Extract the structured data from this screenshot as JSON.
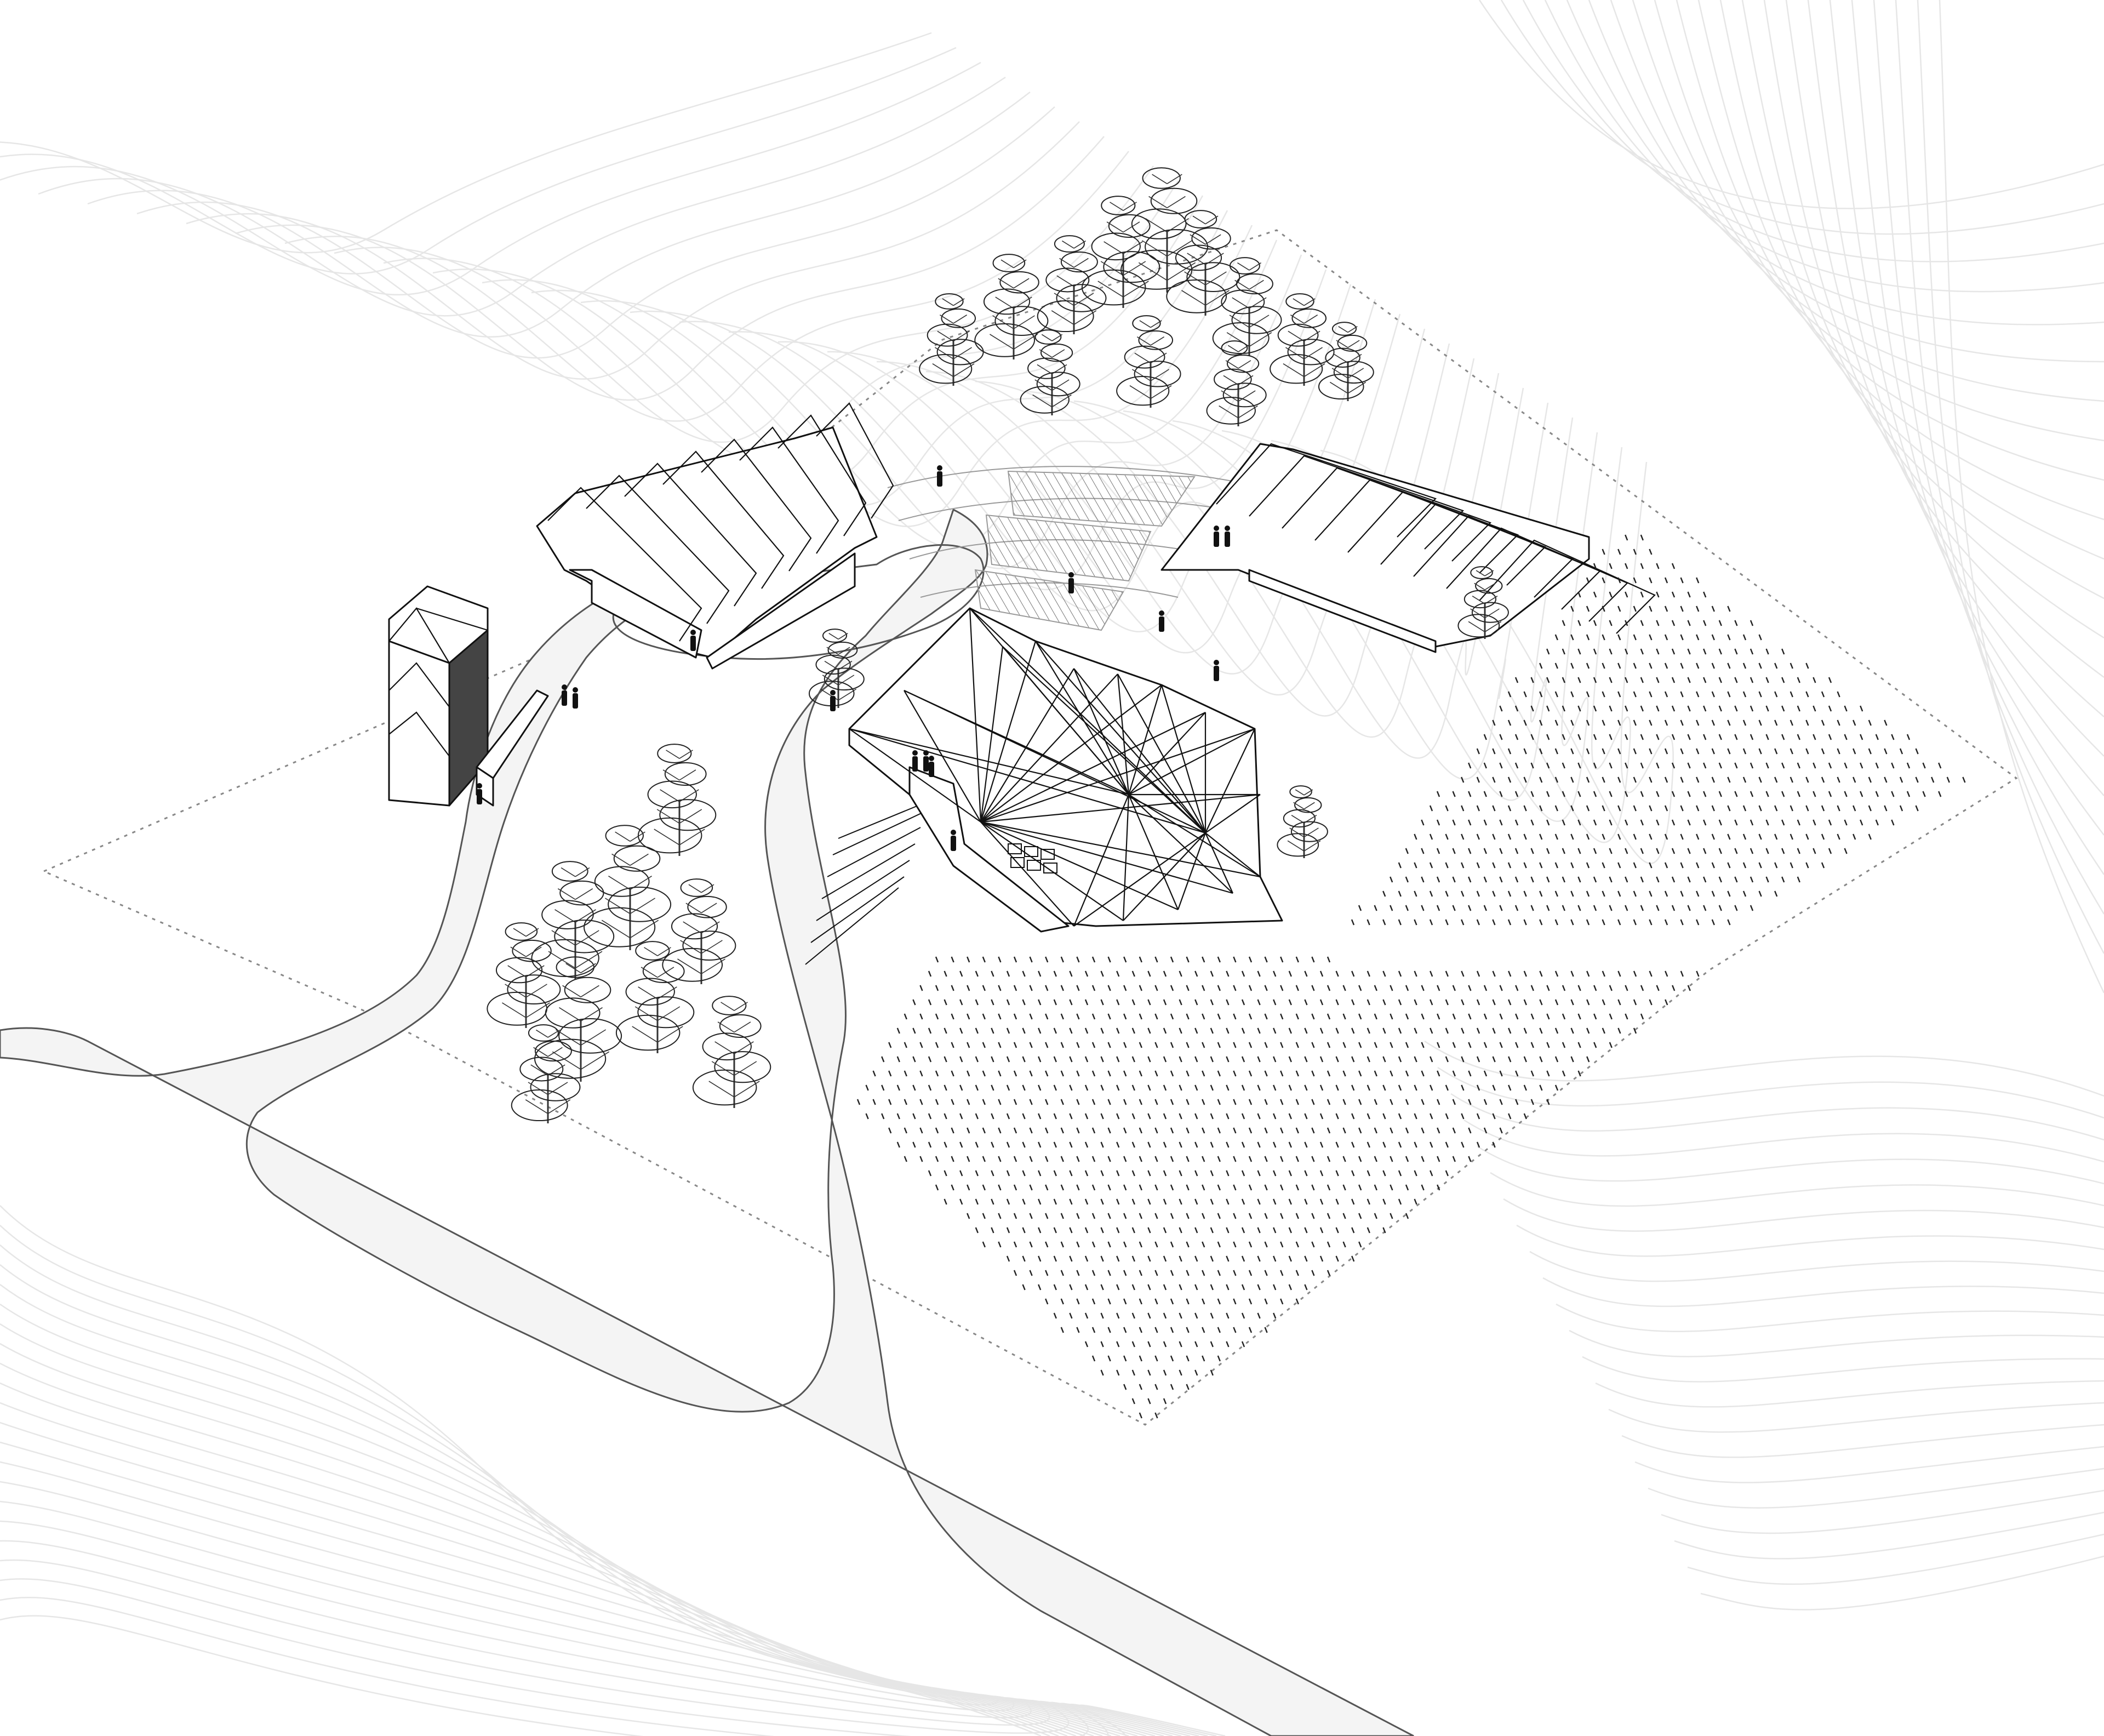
{
  "scene": {
    "type": "isometric-site-plan",
    "elements": [
      "contour-lines",
      "site-boundary",
      "access-road",
      "north-building",
      "east-building",
      "central-pavilion",
      "south-vineyard",
      "east-vineyard",
      "amphitheater-terraces",
      "tree-groves",
      "people",
      "parking-stalls"
    ]
  },
  "colors": {
    "line": "#111111",
    "road_fill": "#f4f4f4",
    "contour": "#e6e6e6",
    "background": "#ffffff"
  }
}
